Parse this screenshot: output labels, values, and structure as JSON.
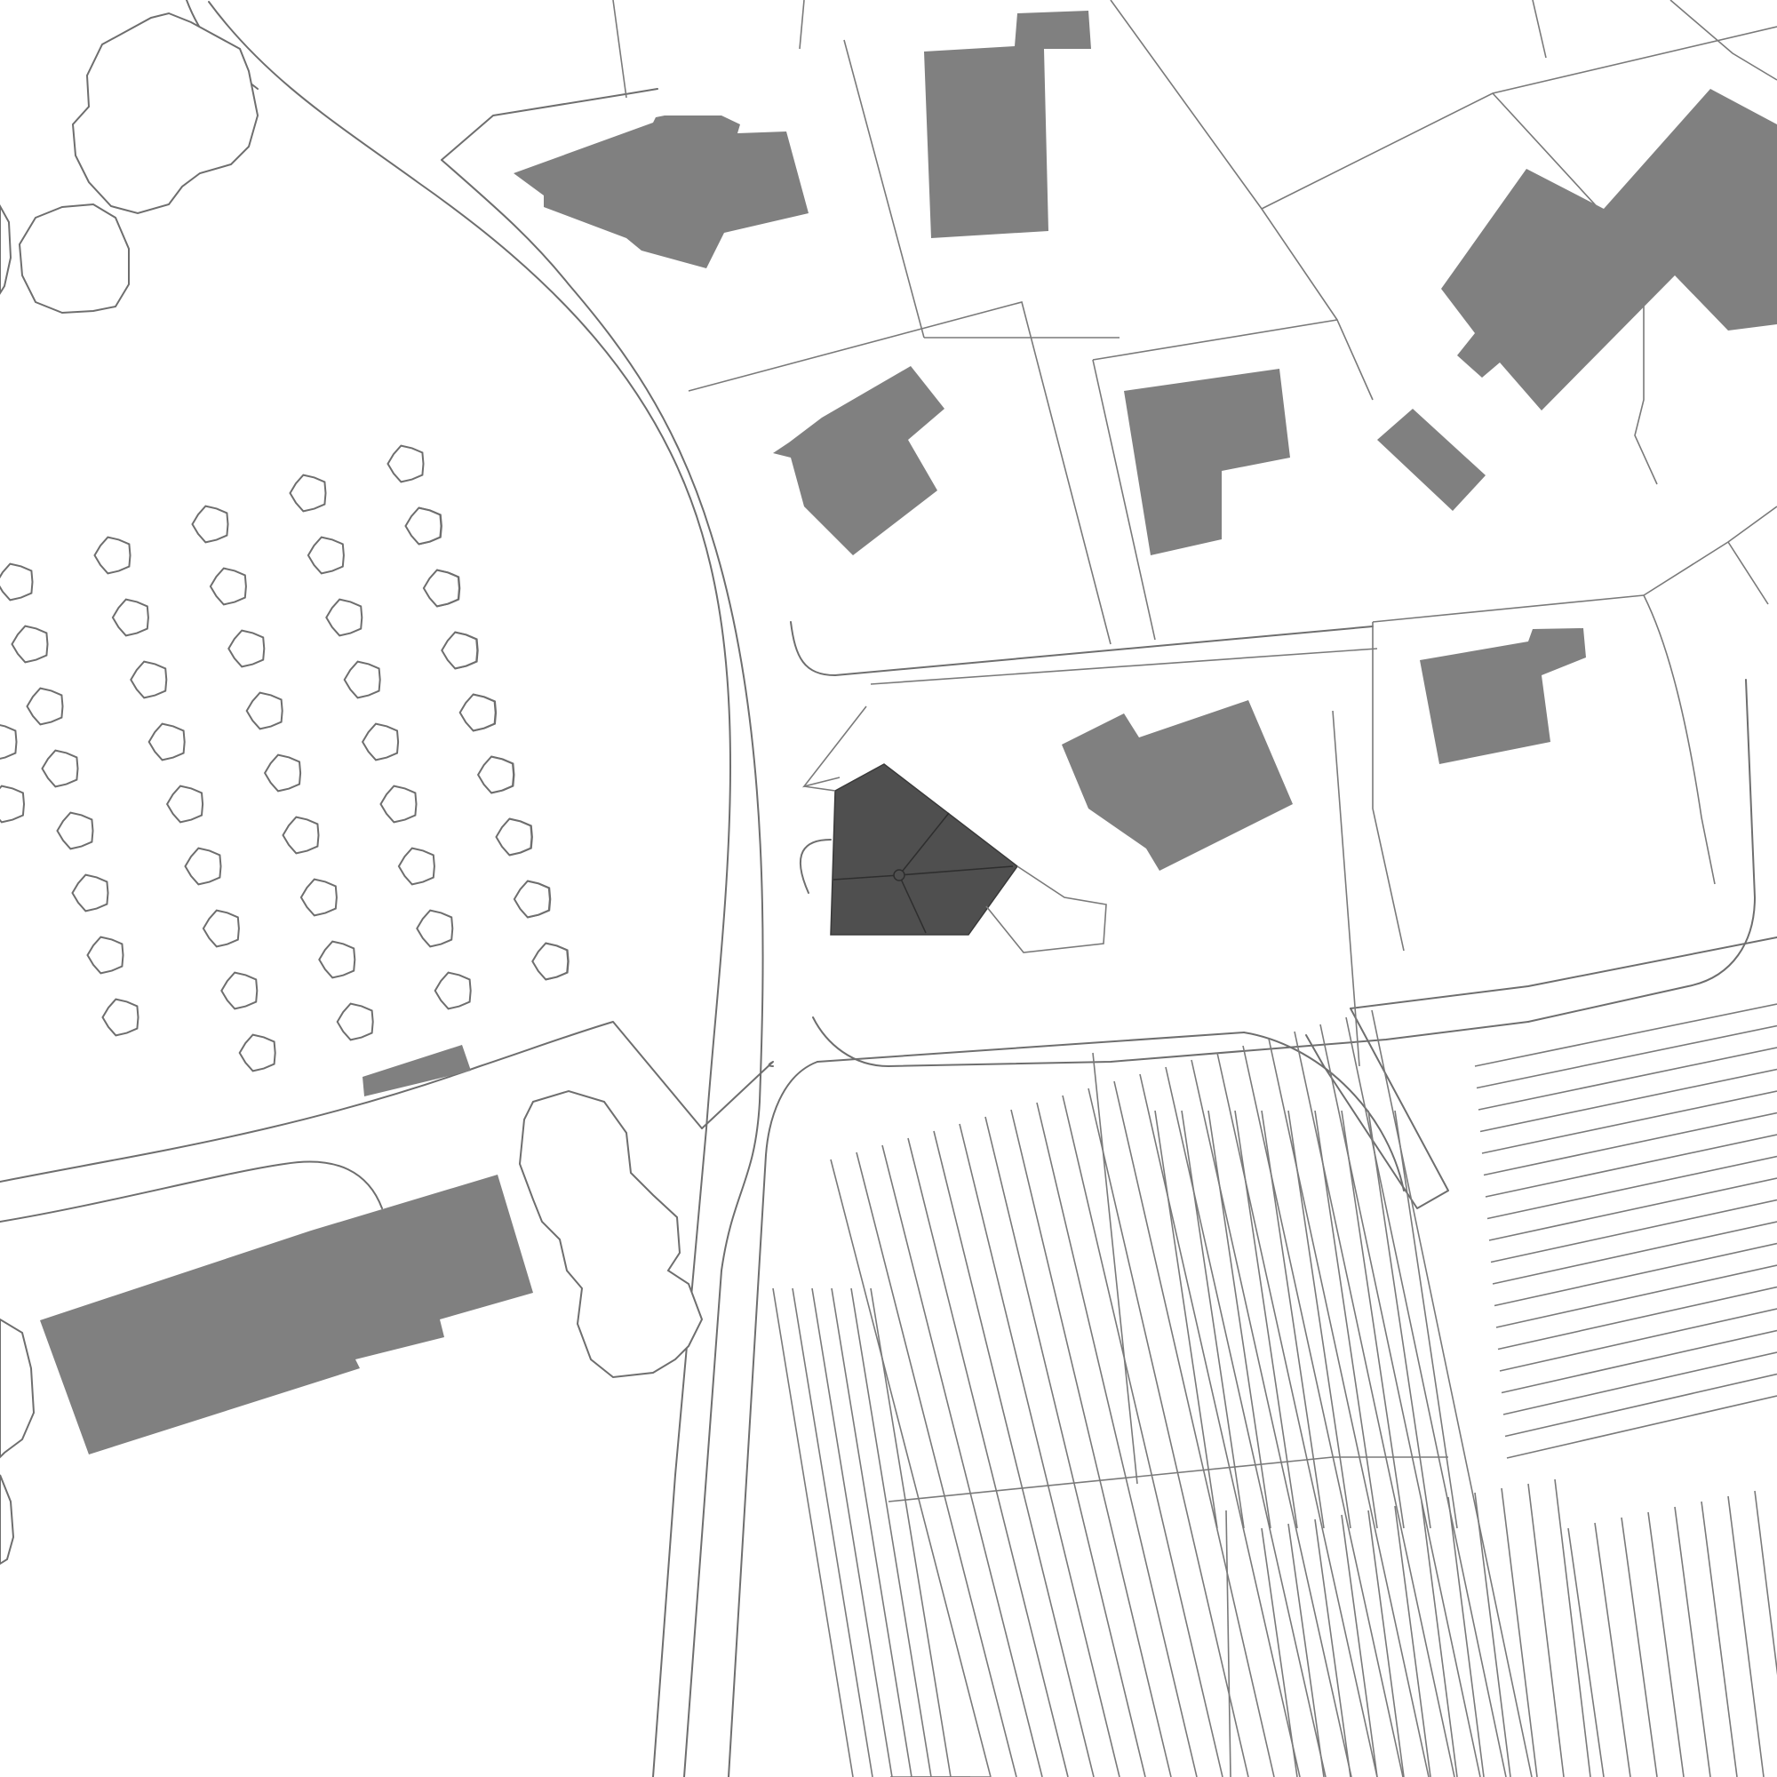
{
  "map": {
    "style": "monochrome site plan",
    "colors": {
      "background": "#ffffff",
      "outline": "#6e6e6e",
      "building": "#808080",
      "featured_building": "#4f4f4f"
    },
    "features": [
      "roads",
      "property-parcels",
      "buildings",
      "featured-building",
      "trees",
      "orchard",
      "vineyard-rows"
    ],
    "labels": []
  }
}
